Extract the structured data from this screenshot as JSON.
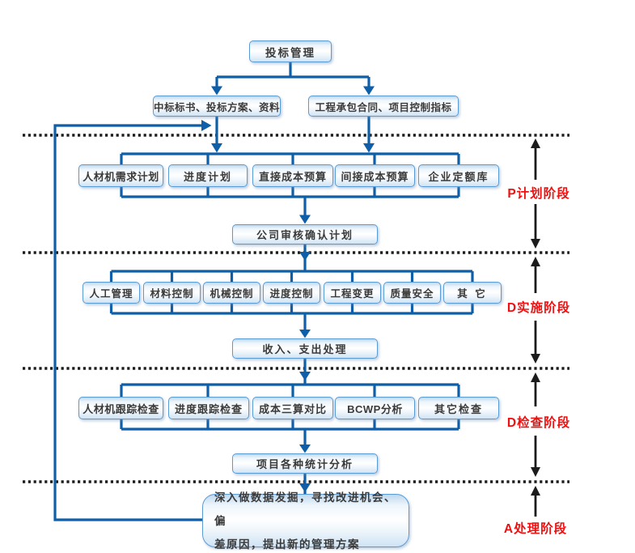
{
  "flow": {
    "bid": "投标管理",
    "bid_docs": "中标标书、投标方案、资料",
    "contract": "工程承包合同、项目控制指标",
    "review": "公司审核确认计划",
    "income_expense": "收入、支出处理",
    "stats": "项目各种统计分析",
    "improve_line1": "深入做数据发掘，寻找改进机会、偏",
    "improve_line2": "差原因，提出新的管理方案"
  },
  "plan_row": [
    "人材机需求计划",
    "进度计划",
    "直接成本预算",
    "间接成本预算",
    "企业定额库"
  ],
  "do_row": [
    "人工管理",
    "材料控制",
    "机械控制",
    "进度控制",
    "工程变更",
    "质量安全",
    "其 它"
  ],
  "check_row": [
    "人材机跟踪检查",
    "进度跟踪检查",
    "成本三算对比",
    "BCWP分析",
    "其它检查"
  ],
  "stages": {
    "plan": "P计划阶段",
    "do": "D实施阶段",
    "check": "D检查阶段",
    "act": "A处理阶段"
  },
  "colors": {
    "connector_blue": "#0e5ea8",
    "box_border": "#5b9bd5",
    "stage_label_red": "#ee1111",
    "separator_black": "#1c1c1c"
  }
}
